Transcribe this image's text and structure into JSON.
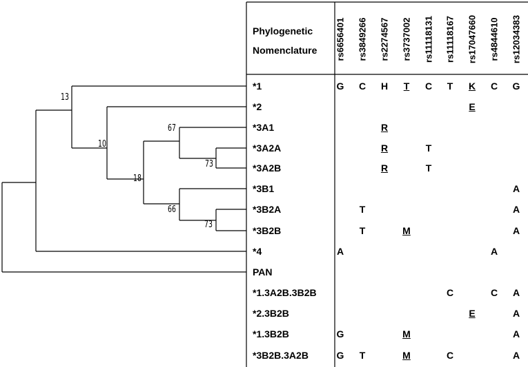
{
  "header": {
    "line1": "Phylogenetic",
    "line2": "Nomenclature"
  },
  "snps": [
    "rs6656401",
    "rs3849266",
    "rs2274567",
    "rs3737002",
    "rs11118131",
    "rs11118167",
    "rs17047660",
    "rs4844610",
    "rs12034383"
  ],
  "rows": [
    {
      "label": "*1",
      "cells": [
        {
          "v": "G"
        },
        {
          "v": "C"
        },
        {
          "v": "H"
        },
        {
          "v": "T",
          "u": true
        },
        {
          "v": "C"
        },
        {
          "v": "T"
        },
        {
          "v": "K",
          "u": true
        },
        {
          "v": "C"
        },
        {
          "v": "G"
        }
      ]
    },
    {
      "label": "*2",
      "cells": [
        {
          "v": ""
        },
        {
          "v": ""
        },
        {
          "v": ""
        },
        {
          "v": ""
        },
        {
          "v": ""
        },
        {
          "v": ""
        },
        {
          "v": "E",
          "u": true
        },
        {
          "v": ""
        },
        {
          "v": ""
        }
      ]
    },
    {
      "label": "*3A1",
      "cells": [
        {
          "v": ""
        },
        {
          "v": ""
        },
        {
          "v": "R",
          "u": true
        },
        {
          "v": ""
        },
        {
          "v": ""
        },
        {
          "v": ""
        },
        {
          "v": ""
        },
        {
          "v": ""
        },
        {
          "v": ""
        }
      ]
    },
    {
      "label": "*3A2A",
      "cells": [
        {
          "v": ""
        },
        {
          "v": ""
        },
        {
          "v": "R",
          "u": true
        },
        {
          "v": ""
        },
        {
          "v": "T"
        },
        {
          "v": ""
        },
        {
          "v": ""
        },
        {
          "v": ""
        },
        {
          "v": ""
        }
      ]
    },
    {
      "label": "*3A2B",
      "cells": [
        {
          "v": ""
        },
        {
          "v": ""
        },
        {
          "v": "R",
          "u": true
        },
        {
          "v": ""
        },
        {
          "v": "T"
        },
        {
          "v": ""
        },
        {
          "v": ""
        },
        {
          "v": ""
        },
        {
          "v": ""
        }
      ]
    },
    {
      "label": "*3B1",
      "cells": [
        {
          "v": ""
        },
        {
          "v": ""
        },
        {
          "v": ""
        },
        {
          "v": ""
        },
        {
          "v": ""
        },
        {
          "v": ""
        },
        {
          "v": ""
        },
        {
          "v": ""
        },
        {
          "v": "A"
        }
      ]
    },
    {
      "label": "*3B2A",
      "cells": [
        {
          "v": ""
        },
        {
          "v": "T"
        },
        {
          "v": ""
        },
        {
          "v": ""
        },
        {
          "v": ""
        },
        {
          "v": ""
        },
        {
          "v": ""
        },
        {
          "v": ""
        },
        {
          "v": "A"
        }
      ]
    },
    {
      "label": "*3B2B",
      "cells": [
        {
          "v": ""
        },
        {
          "v": "T"
        },
        {
          "v": ""
        },
        {
          "v": "M",
          "u": true
        },
        {
          "v": ""
        },
        {
          "v": ""
        },
        {
          "v": ""
        },
        {
          "v": ""
        },
        {
          "v": "A"
        }
      ]
    },
    {
      "label": "*4",
      "cells": [
        {
          "v": "A"
        },
        {
          "v": ""
        },
        {
          "v": ""
        },
        {
          "v": ""
        },
        {
          "v": ""
        },
        {
          "v": ""
        },
        {
          "v": ""
        },
        {
          "v": "A"
        },
        {
          "v": ""
        }
      ]
    },
    {
      "label": "PAN",
      "cells": [
        {
          "v": ""
        },
        {
          "v": ""
        },
        {
          "v": ""
        },
        {
          "v": ""
        },
        {
          "v": ""
        },
        {
          "v": ""
        },
        {
          "v": ""
        },
        {
          "v": ""
        },
        {
          "v": ""
        }
      ]
    },
    {
      "label": "*1.3A2B.3B2B",
      "cells": [
        {
          "v": ""
        },
        {
          "v": ""
        },
        {
          "v": ""
        },
        {
          "v": ""
        },
        {
          "v": ""
        },
        {
          "v": "C"
        },
        {
          "v": ""
        },
        {
          "v": "C"
        },
        {
          "v": "A"
        }
      ]
    },
    {
      "label": "*2.3B2B",
      "cells": [
        {
          "v": ""
        },
        {
          "v": ""
        },
        {
          "v": ""
        },
        {
          "v": ""
        },
        {
          "v": ""
        },
        {
          "v": ""
        },
        {
          "v": "E",
          "u": true
        },
        {
          "v": ""
        },
        {
          "v": "A"
        }
      ]
    },
    {
      "label": "*1.3B2B",
      "cells": [
        {
          "v": "G"
        },
        {
          "v": ""
        },
        {
          "v": ""
        },
        {
          "v": "M",
          "u": true
        },
        {
          "v": ""
        },
        {
          "v": ""
        },
        {
          "v": ""
        },
        {
          "v": ""
        },
        {
          "v": "A"
        }
      ]
    },
    {
      "label": "*3B2B.3A2B",
      "cells": [
        {
          "v": "G"
        },
        {
          "v": "T"
        },
        {
          "v": ""
        },
        {
          "v": "M",
          "u": true
        },
        {
          "v": ""
        },
        {
          "v": "C"
        },
        {
          "v": ""
        },
        {
          "v": ""
        },
        {
          "v": "A"
        }
      ]
    }
  ],
  "tree": {
    "support": [
      "13",
      "10",
      "67",
      "73",
      "18",
      "66",
      "73"
    ]
  }
}
